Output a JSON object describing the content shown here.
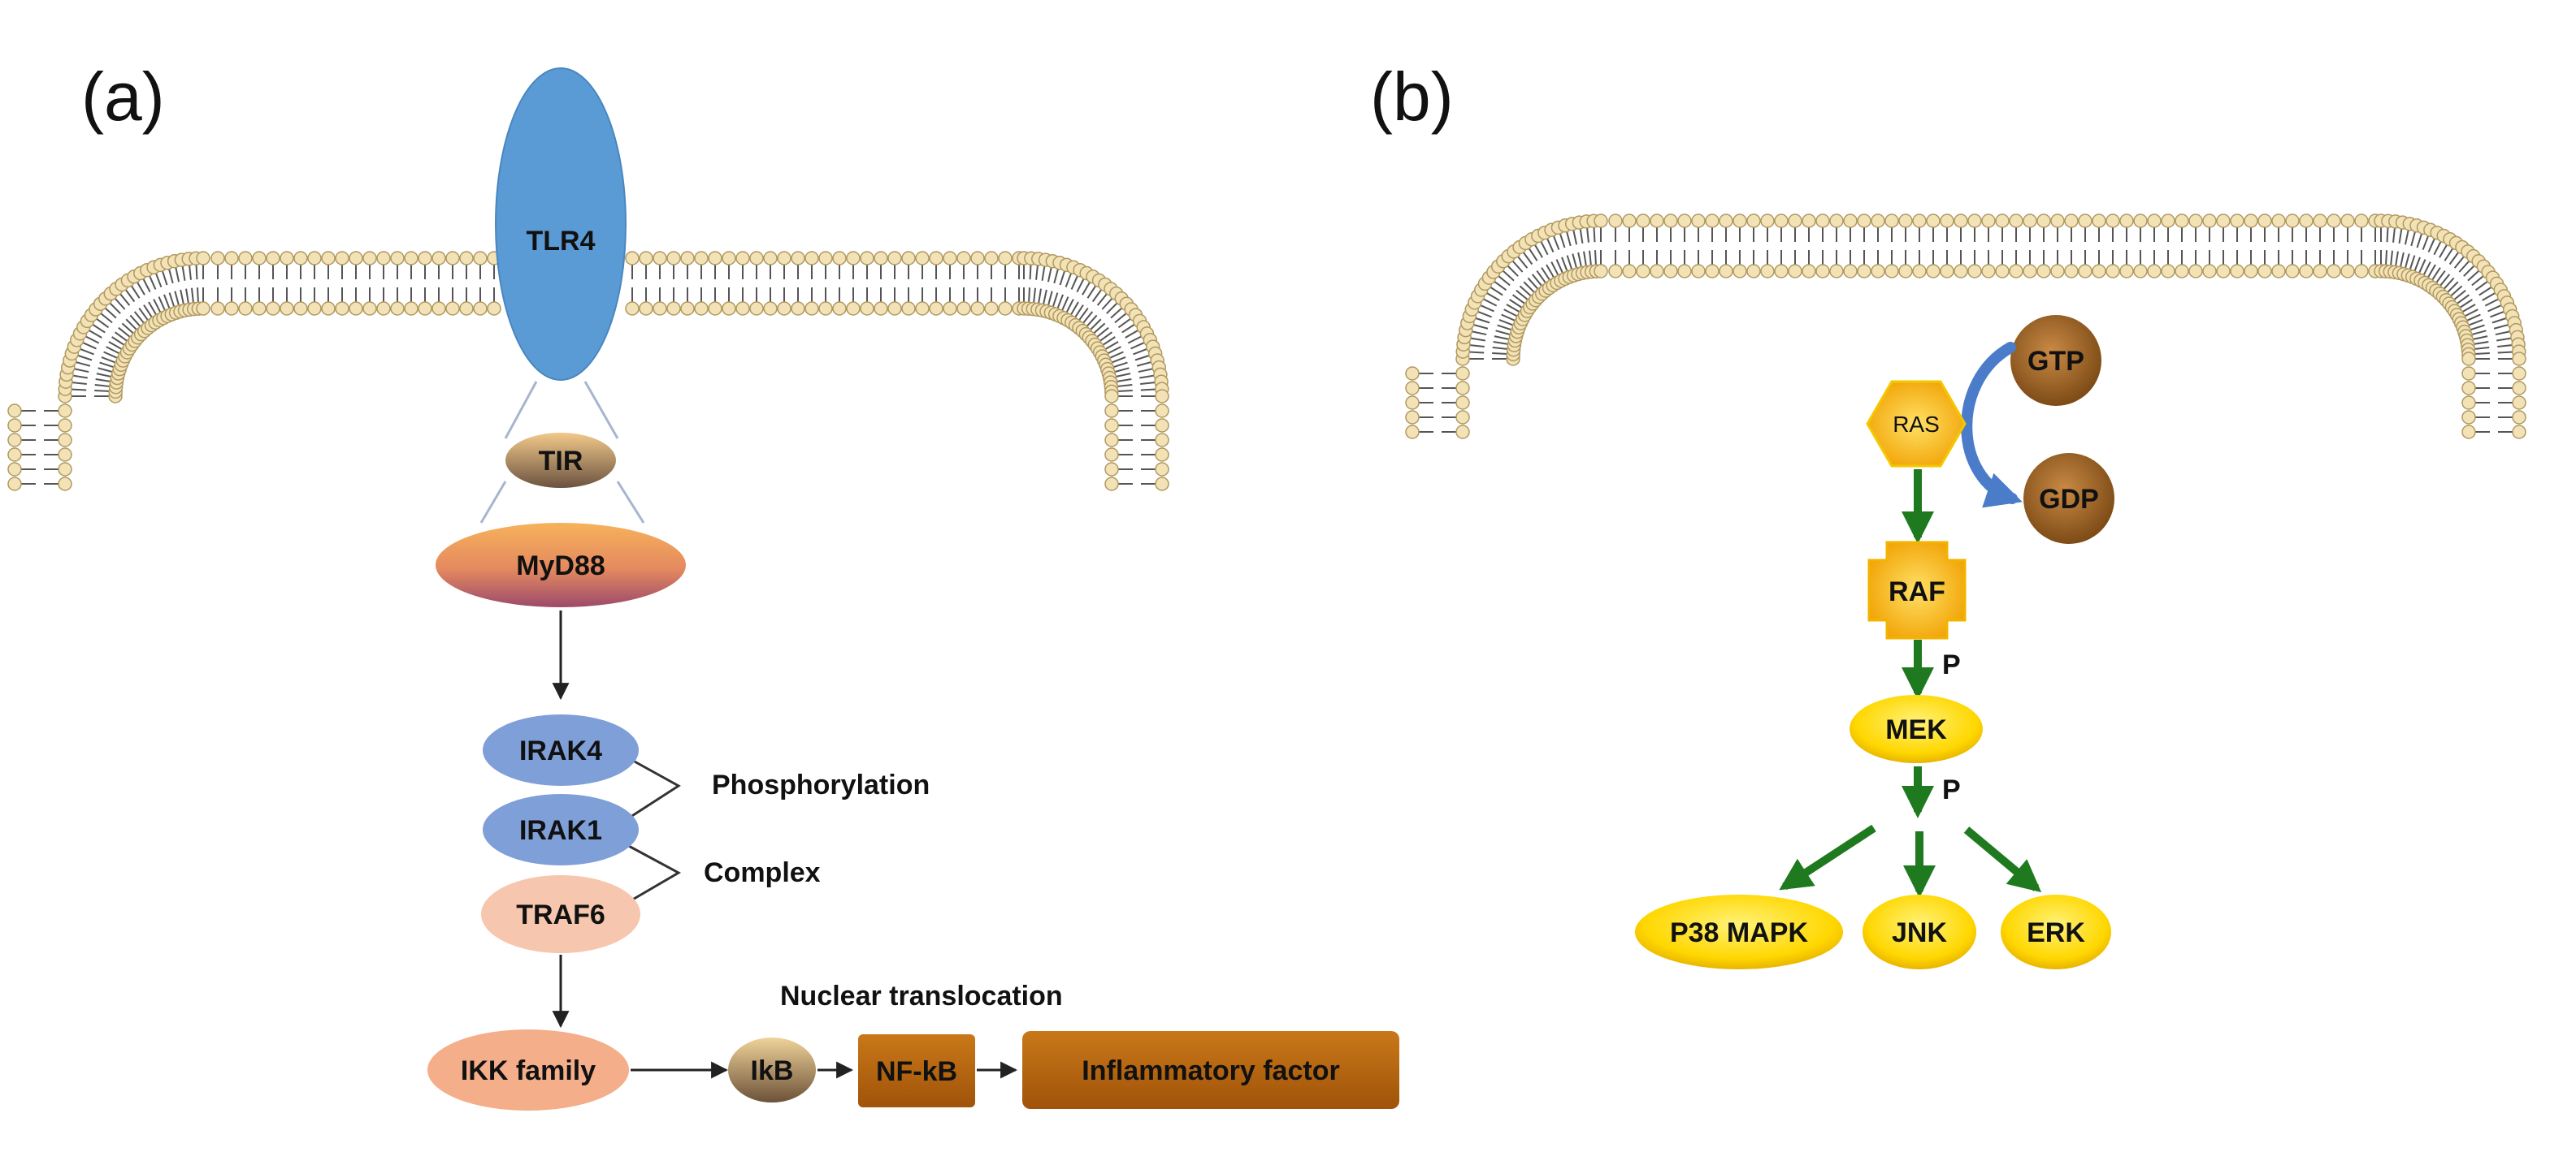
{
  "panels": {
    "a": {
      "label": "(a)",
      "nodes": {
        "tlr4": "TLR4",
        "tir": "TIR",
        "myd88": "MyD88",
        "irak4": "IRAK4",
        "irak1": "IRAK1",
        "traf6": "TRAF6",
        "ikk": "IKK family",
        "ikb": "IkB",
        "nfkb": "NF-kB",
        "inflammatory": "Inflammatory factor"
      },
      "annotations": {
        "phosphorylation": "Phosphorylation",
        "complex": "Complex",
        "nuclear": "Nuclear translocation"
      }
    },
    "b": {
      "label": "(b)",
      "nodes": {
        "gtp": "GTP",
        "ras": "RAS",
        "gdp": "GDP",
        "raf": "RAF",
        "mek": "MEK",
        "p38": "P38 MAPK",
        "jnk": "JNK",
        "erk": "ERK"
      },
      "annotations": {
        "p1": "P",
        "p2": "P"
      }
    }
  },
  "colors": {
    "tlr4": "#5b9bd5",
    "irak": "#7f9fd8",
    "traf6": "#f7c6ae",
    "ikk": "#f4ae8a",
    "nfkb": "#b8610c",
    "yellow": "#ffd700",
    "bronze": "#a86b2a",
    "green_arrow": "#1f7a1f",
    "blue_arrow": "#4a7cc9",
    "membrane_head": "#f3e2b6"
  }
}
